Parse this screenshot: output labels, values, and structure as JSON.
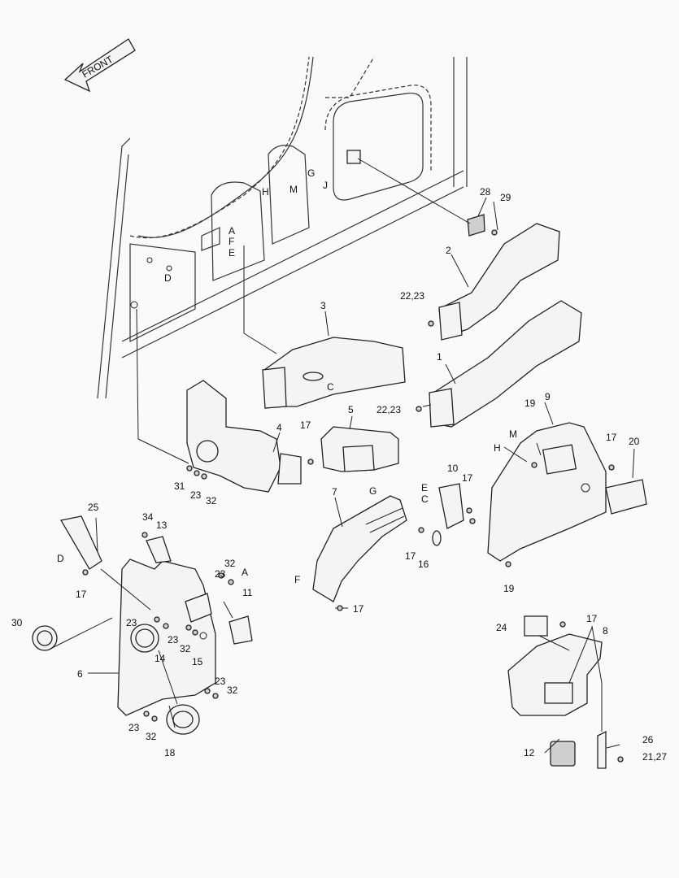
{
  "diagram": {
    "front_label": "FRONT",
    "labels": {
      "n1": "1",
      "n2": "2",
      "n3": "3",
      "n4": "4",
      "n5": "5",
      "n6": "6",
      "n7": "7",
      "n8": "8",
      "n9": "9",
      "n10": "10",
      "n11": "11",
      "n12": "12",
      "n13": "13",
      "n14": "14",
      "n15": "15",
      "n16": "16",
      "n17": "17",
      "n18": "18",
      "n19": "19",
      "n20": "20",
      "n21_27": "21,27",
      "n22_23": "22,23",
      "n23": "23",
      "n24": "24",
      "n25": "25",
      "n26": "26",
      "n28": "28",
      "n29": "29",
      "n30": "30",
      "n31": "31",
      "n32": "32",
      "n34": "34",
      "A": "A",
      "C": "C",
      "D": "D",
      "E": "E",
      "F": "F",
      "G": "G",
      "H": "H",
      "J": "J",
      "M": "M"
    }
  }
}
